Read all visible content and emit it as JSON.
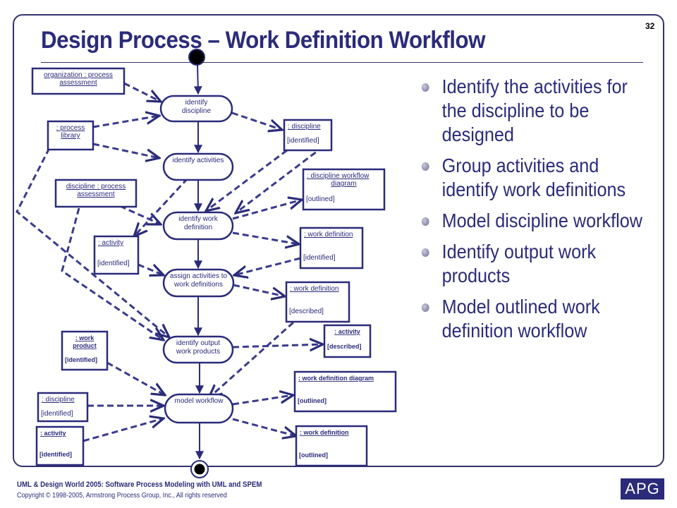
{
  "slide": {
    "page_number": "32",
    "title": "Design Process – Work Definition Workflow"
  },
  "diagram": {
    "activities": [
      {
        "id": "a1",
        "lines": [
          "identify",
          "discipline"
        ]
      },
      {
        "id": "a2",
        "lines": [
          "identify activities"
        ]
      },
      {
        "id": "a3",
        "lines": [
          "identify work",
          "definition"
        ]
      },
      {
        "id": "a4",
        "lines": [
          "assign activities to",
          "work definitions"
        ]
      },
      {
        "id": "a5",
        "lines": [
          "identify output",
          "work products"
        ]
      },
      {
        "id": "a6",
        "lines": [
          "model workflow"
        ]
      }
    ],
    "objects": [
      {
        "id": "o1",
        "name": [
          "organization : process",
          "assessment"
        ],
        "state": ""
      },
      {
        "id": "o2",
        "name": [
          ": process",
          "library"
        ],
        "state": ""
      },
      {
        "id": "o3",
        "name": [
          "discipline : process",
          "assessment"
        ],
        "state": ""
      },
      {
        "id": "o4",
        "name": [
          ": activity"
        ],
        "state": "[identified]"
      },
      {
        "id": "o5",
        "name": [
          ": work",
          "product"
        ],
        "state": "[identified]"
      },
      {
        "id": "o6",
        "name": [
          ": discipline"
        ],
        "state": "[identified]"
      },
      {
        "id": "o7",
        "name": [
          ": activity"
        ],
        "state": "[identified]"
      },
      {
        "id": "o8",
        "name": [
          ": discipline"
        ],
        "state": "[identified]"
      },
      {
        "id": "o9",
        "name": [
          ": discipline workflow",
          "diagram"
        ],
        "state": "[outlined]"
      },
      {
        "id": "o10",
        "name": [
          ": work definition"
        ],
        "state": "[identified]"
      },
      {
        "id": "o11",
        "name": [
          ": work definition"
        ],
        "state": "[described]"
      },
      {
        "id": "o12",
        "name": [
          ": activity"
        ],
        "state": "[described]"
      },
      {
        "id": "o13",
        "name": [
          ": work definition diagram"
        ],
        "state": "[outlined]"
      },
      {
        "id": "o14",
        "name": [
          ": work definition"
        ],
        "state": "[outlined]"
      }
    ]
  },
  "bullets": [
    "Identify the activities for the discipline to be designed",
    "Group activities and identify work definitions",
    "Model discipline workflow",
    "Identify output work products",
    "Model outlined work definition workflow"
  ],
  "footer": {
    "line1": "UML & Design World 2005: Software Process Modeling with UML and SPEM",
    "line2": "Copyright © 1998-2005, Armstrong Process Group, Inc., All rights reserved",
    "logo": "APG"
  },
  "colors": {
    "primary": "#2b2b7a",
    "dashed": "#3a3a8c"
  }
}
